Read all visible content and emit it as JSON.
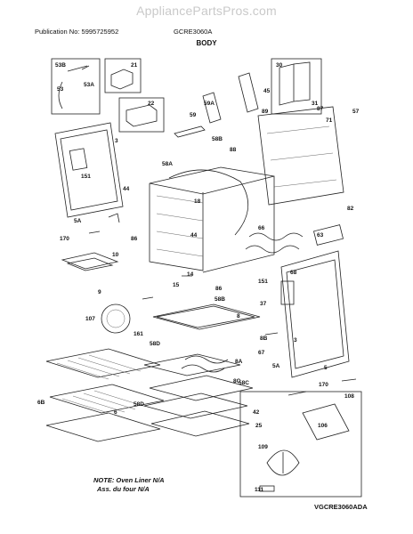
{
  "watermark": "AppliancePartsPros.com",
  "header": {
    "publication": "Publication No: 5995725952",
    "model": "GCRE3060A",
    "section": "BODY"
  },
  "callouts": [
    "53B",
    "21",
    "53A",
    "53",
    "22",
    "30",
    "45",
    "31",
    "59",
    "59A",
    "89",
    "87",
    "71",
    "57",
    "3",
    "58B",
    "88",
    "151",
    "58A",
    "44",
    "18",
    "5A",
    "44",
    "170",
    "86",
    "82",
    "66",
    "63",
    "10",
    "9",
    "68",
    "14",
    "15",
    "151",
    "37",
    "86",
    "58B",
    "107",
    "161",
    "8",
    "8B",
    "3",
    "58D",
    "67",
    "6B",
    "8A",
    "5A",
    "8C",
    "58C",
    "5",
    "6",
    "170",
    "108",
    "58D",
    "42",
    "106",
    "25",
    "109",
    "111"
  ],
  "note": {
    "line1": "NOTE: Oven Liner N/A",
    "line2": "Ass. du four N/A"
  },
  "diagram_code": "VGCRE3060ADA"
}
